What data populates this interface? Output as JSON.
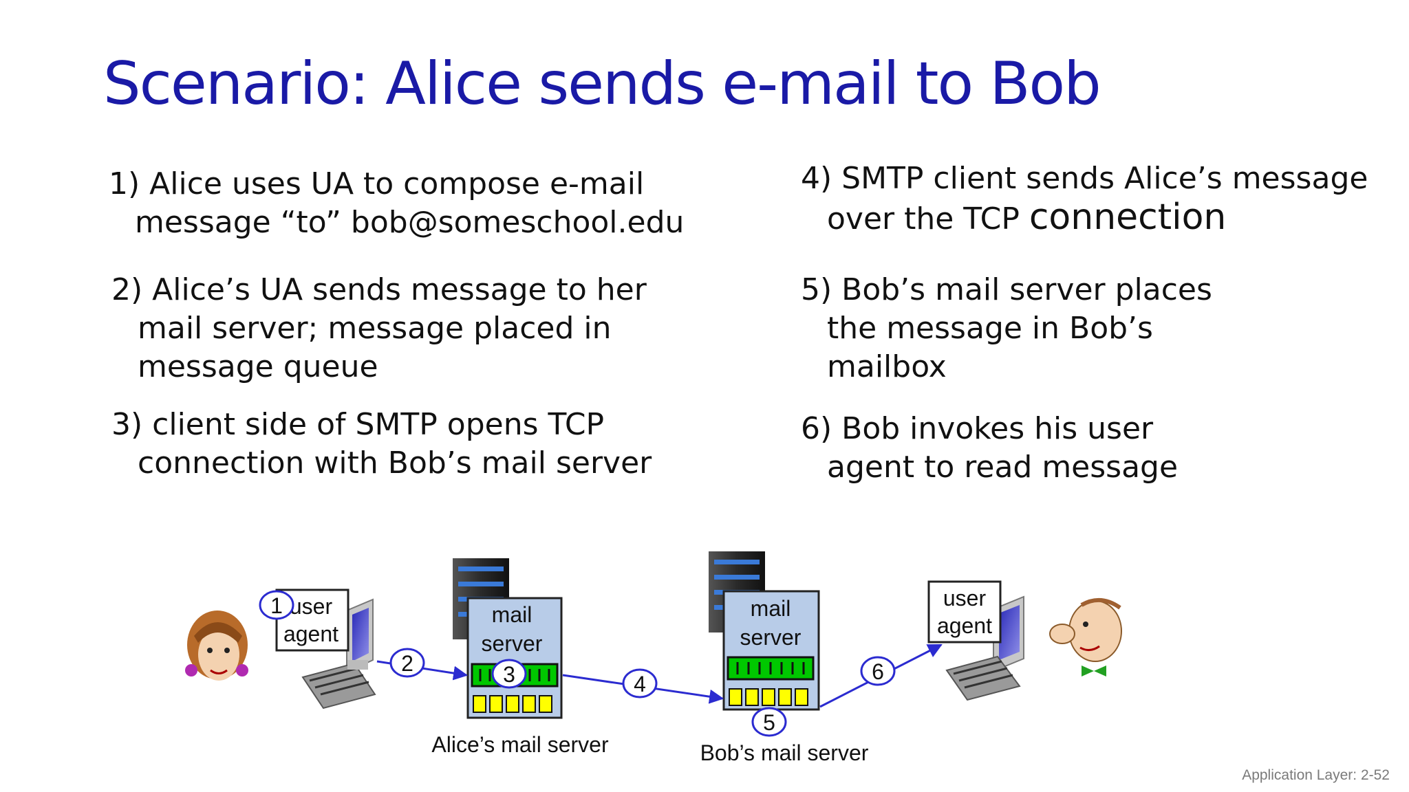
{
  "title": "Scenario: Alice sends e-mail to Bob",
  "steps": [
    {
      "lines": [
        "1) Alice uses UA to compose e-mail",
        "message “to” bob@someschool.edu"
      ]
    },
    {
      "lines": [
        "2) Alice’s UA sends message to her",
        "mail server; message placed in",
        "message queue"
      ]
    },
    {
      "lines": [
        "3) client side of SMTP opens TCP",
        "connection with Bob’s mail server"
      ]
    },
    {
      "lines": [
        "4) SMTP client sends Alice’s message",
        "over the TCP ",
        "connection"
      ]
    },
    {
      "lines": [
        "5) Bob’s mail server places",
        "the message in Bob’s",
        "mailbox"
      ]
    },
    {
      "lines": [
        "6) Bob invokes his user",
        "agent to read message"
      ]
    }
  ],
  "diagram": {
    "ua_left": {
      "line1": "user",
      "line2": "agent"
    },
    "ua_right": {
      "line1": "user",
      "line2": "agent"
    },
    "ms_alice": {
      "line1": "mail",
      "line2": "server",
      "caption": "Alice’s mail server"
    },
    "ms_bob": {
      "line1": "mail",
      "line2": "server",
      "caption": "Bob’s mail server"
    },
    "markers": [
      "1",
      "2",
      "3",
      "4",
      "5",
      "6"
    ],
    "colors": {
      "queue": "#00c800",
      "mailbox": "#ffff00",
      "arrow": "#2b2bd0",
      "title": "#1a1aa6"
    }
  },
  "footer": "Application Layer: 2-52"
}
